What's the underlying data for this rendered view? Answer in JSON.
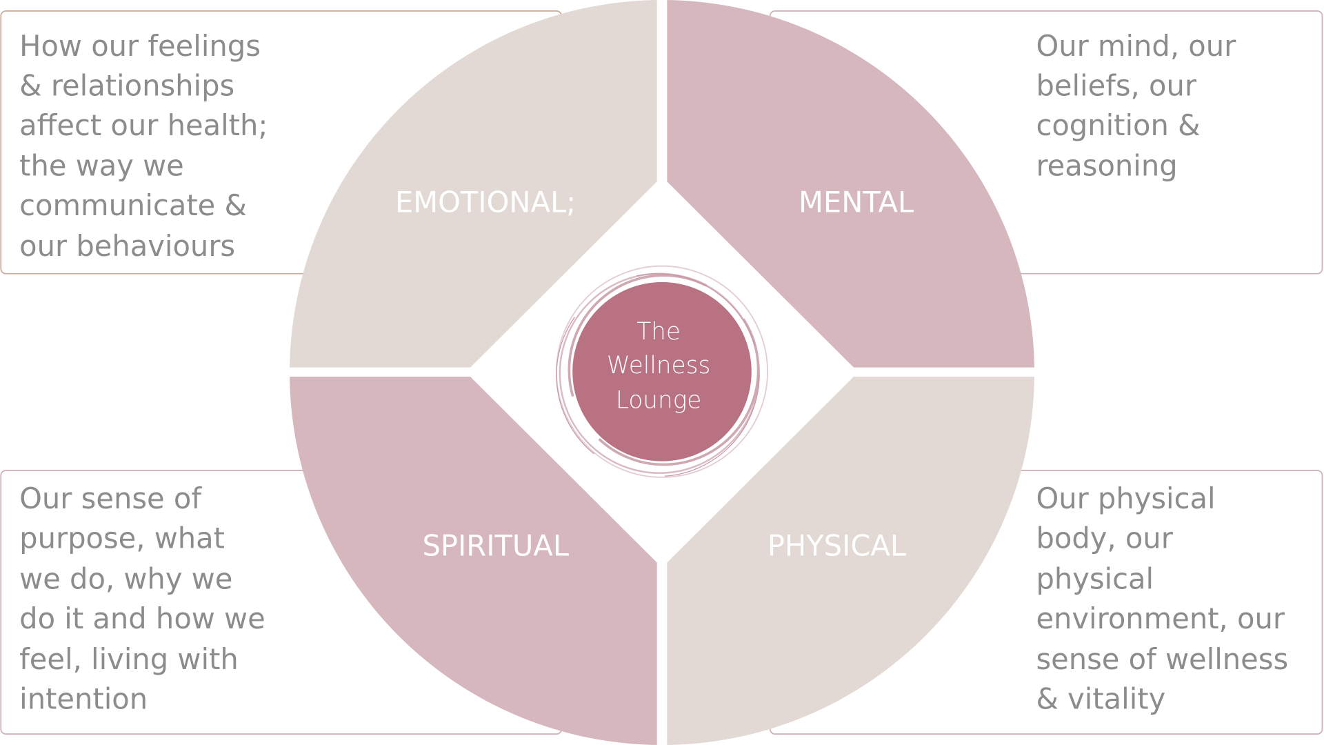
{
  "colors": {
    "beige": "#e2d8d4",
    "pink": "#d5b7bd",
    "center": "#b87282",
    "text": "#8c8c8c"
  },
  "center": {
    "lines": [
      "The",
      "Wellness",
      "Lounge"
    ]
  },
  "quadrants": {
    "emotional": {
      "label": "EMOTIONAL;",
      "description": [
        "How our feelings",
        "& relationships",
        "affect our health;",
        "the way we",
        "communicate &",
        "our behaviours"
      ]
    },
    "mental": {
      "label": "MENTAL",
      "description": [
        "Our mind, our",
        "beliefs, our",
        "cognition &",
        "reasoning"
      ]
    },
    "spiritual": {
      "label": "SPIRITUAL",
      "description": [
        "Our sense of",
        "purpose, what",
        "we do, why we",
        "do it and how we",
        "feel, living with",
        "intention"
      ]
    },
    "physical": {
      "label": "PHYSICAL",
      "description": [
        "Our physical",
        "body, our",
        "physical",
        "environment, our",
        "sense of wellness",
        "& vitality"
      ]
    }
  }
}
